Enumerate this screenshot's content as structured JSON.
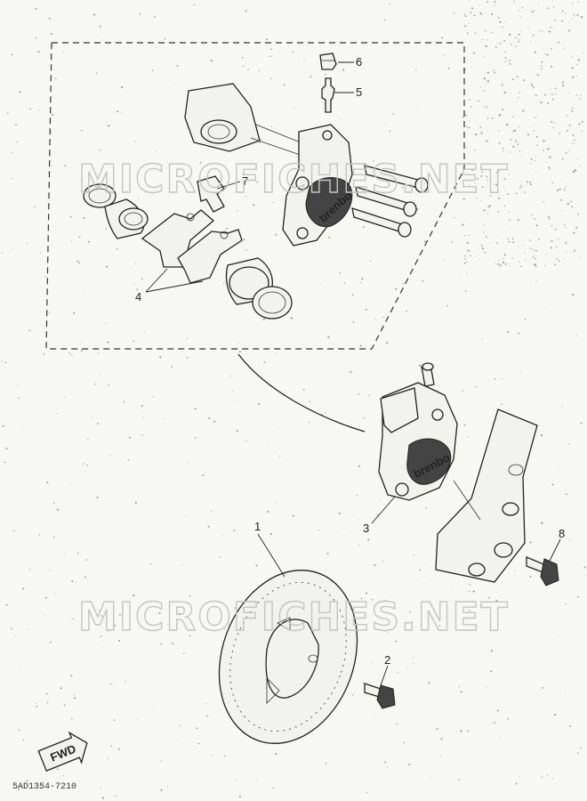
{
  "diagram": {
    "callouts": [
      {
        "id": "c1",
        "text": "1"
      },
      {
        "id": "c2",
        "text": "2"
      },
      {
        "id": "c3",
        "text": "3"
      },
      {
        "id": "c4",
        "text": "4"
      },
      {
        "id": "c5",
        "text": "5"
      },
      {
        "id": "c6",
        "text": "6"
      },
      {
        "id": "c7",
        "text": "7"
      },
      {
        "id": "c8",
        "text": "8"
      }
    ],
    "brand_upper": "brenbo",
    "brand_lower": "brenbo",
    "watermark_top": "MICROFICHES.NET",
    "watermark_bottom": "MICROFICHES.NET",
    "fwd_label": "FWD",
    "ref_code": "5AD1354-7210"
  },
  "colors": {
    "ink": "#222222",
    "paper": "#f7f7f4",
    "watermark": "#c4c4c4"
  }
}
